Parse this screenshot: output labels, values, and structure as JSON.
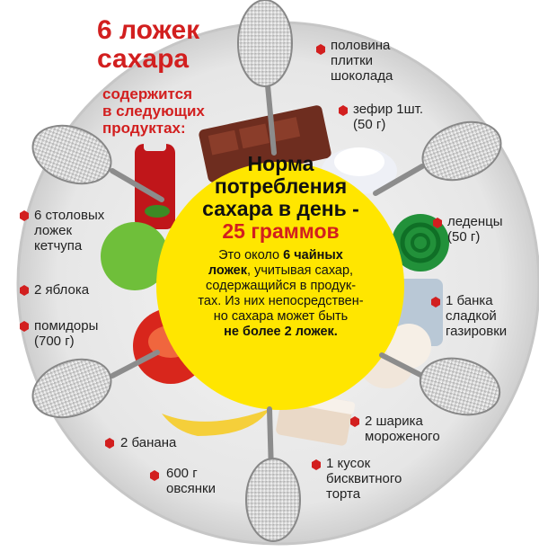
{
  "title": {
    "line1": "6 ложек",
    "line2": "сахара",
    "sub1": "содержится",
    "sub2": "в следующих",
    "sub3": "продуктах:"
  },
  "center": {
    "h1": "Норма",
    "h2": "потребления",
    "h3": "сахара в день -",
    "h4": "25 граммов",
    "t1a": "Это около ",
    "t1b": "6 чайных",
    "t2a": "ложек",
    "t2b": ", учитывая сахар,",
    "t3": "содержащийся в продук-",
    "t4": "тах. Из них непосредствен-",
    "t5": "но сахара может быть",
    "t6": "не более 2 ложек."
  },
  "items": [
    {
      "l1": "половина",
      "l2": "плитки",
      "l3": "шоколада"
    },
    {
      "l1": "зефир 1шт.",
      "l2": "(50 г)"
    },
    {
      "l1": "леденцы",
      "l2": "(50 г)"
    },
    {
      "l1": "1 банка",
      "l2": "сладкой",
      "l3": "газировки"
    },
    {
      "l1": "2 шарика",
      "l2": "мороженого"
    },
    {
      "l1": "1 кусок",
      "l2": "бисквитного",
      "l3": "торта"
    },
    {
      "l1": "600 г",
      "l2": "овсянки"
    },
    {
      "l1": "2 банана"
    },
    {
      "l1": "помидоры",
      "l2": "(700 г)"
    },
    {
      "l1": "2 яблока"
    },
    {
      "l1": "6 столовых",
      "l2": "ложек",
      "l3": "кетчупа"
    }
  ],
  "colors": {
    "accent_red": "#d21f1f",
    "center_yellow": "#ffe600",
    "plate": "#ebebeb",
    "spoon_metal": "#9a9a9a"
  }
}
